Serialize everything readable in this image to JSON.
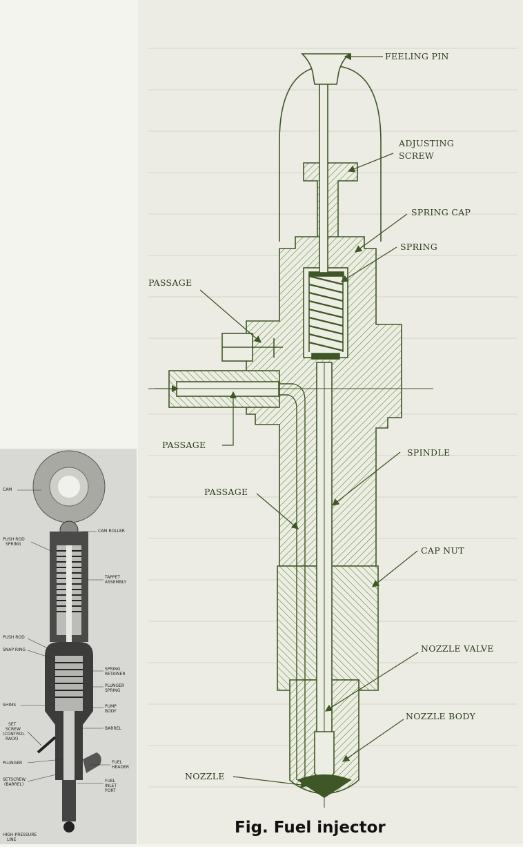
{
  "main_labels": {
    "feeling_pin": "FEELING PIN",
    "adjusting_screw_1": "ADJUSTING",
    "adjusting_screw_2": "SCREW",
    "spring_cap": "SPRING CAP",
    "spring": "SPRING",
    "passage_top": "PASSAGE",
    "passage_mid": "PASSAGE",
    "passage_low": "PASSAGE",
    "spindle": "SPINDLE",
    "cap_nut": "CAP NUT",
    "nozzle_valve": "NOZZLE VALVE",
    "nozzle_body": "NOZZLE BODY",
    "nozzle": "NOZZLE"
  },
  "caption": "Fig. Fuel injector",
  "inset_labels": {
    "cam": "CAM",
    "cam_roller": "CAM ROLLER",
    "push_rod_spring_1": "PUSH ROD",
    "push_rod_spring_2": "SPRING",
    "tappet_assembly_1": "TAPPET",
    "tappet_assembly_2": "ASSEMBLY",
    "push_rod": "PUSH ROD",
    "snap_ring": "SNAP RING",
    "spring_retainer_1": "SPRING",
    "spring_retainer_2": "RETAINER",
    "plunger_spring_1": "PLUNGER",
    "plunger_spring_2": "SPRING",
    "shims": "SHIMS",
    "pump_body_1": "PUMP",
    "pump_body_2": "BODY",
    "set_screw_1": "SET",
    "set_screw_2": "SCREW",
    "set_screw_3": "(CONTROL",
    "set_screw_4": "RACK)",
    "barrel": "BARREL",
    "plunger": "PLUNGER",
    "fuel_header_1": "FUEL",
    "fuel_header_2": "HEADER",
    "setscrew_barrel_1": "SETSCREW",
    "setscrew_barrel_2": "(BARREL)",
    "fuel_inlet_1": "FUEL",
    "fuel_inlet_2": "INLET",
    "fuel_inlet_3": "PORT",
    "hp_line_1": "HIGH-PRESSURE",
    "hp_line_2": "LINE"
  }
}
